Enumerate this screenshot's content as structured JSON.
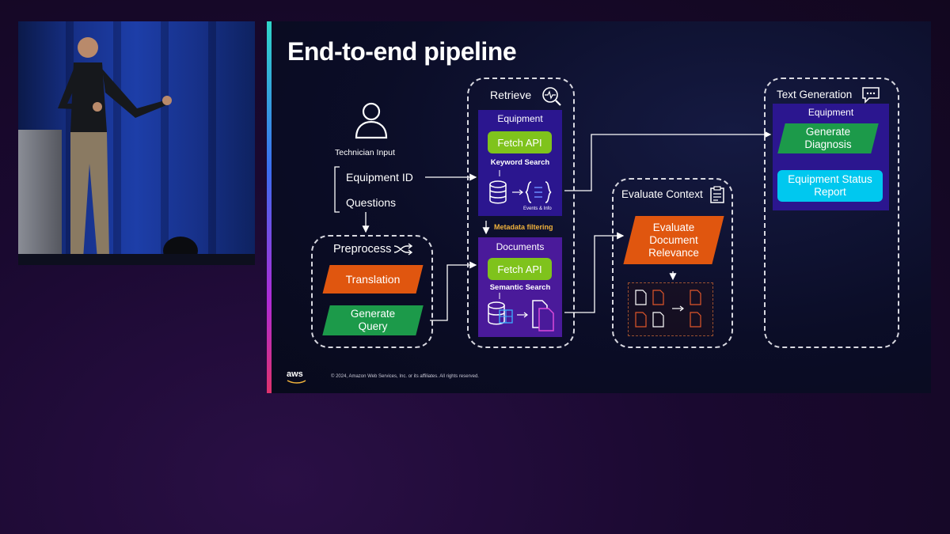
{
  "slide": {
    "title": "End-to-end pipeline",
    "footer": "© 2024, Amazon Web Services, Inc. or its affiliates. All rights reserved.",
    "logo": "aws"
  },
  "input": {
    "label": "Technician Input",
    "items": [
      "Equipment ID",
      "Questions"
    ],
    "icon": "user-icon"
  },
  "preprocess": {
    "title": "Preprocess",
    "steps": [
      "Translation",
      "Generate\nQuery"
    ],
    "icon": "shuffle-icon"
  },
  "retrieve": {
    "title": "Retrieve",
    "icon": "search-pulse-icon",
    "equipment": {
      "title": "Equipment",
      "api": "Fetch API",
      "search": "Keyword Search",
      "output": "Events & Info"
    },
    "metadata": "Metadata filtering",
    "documents": {
      "title": "Documents",
      "api": "Fetch API",
      "search": "Semantic Search"
    }
  },
  "evaluate": {
    "title": "Evaluate Context",
    "icon": "clipboard-icon",
    "step": "Evaluate\nDocument\nRelevance"
  },
  "generation": {
    "title": "Text Generation",
    "icon": "chat-icon",
    "panel_title": "Equipment",
    "step": "Generate\nDiagnosis",
    "report": "Equipment Status\nReport"
  },
  "colors": {
    "panel_blue": "#2b168f",
    "panel_purple": "#4a1a9a",
    "lime": "#7fc31c",
    "orange": "#e0560f",
    "green": "#1c9a4a",
    "cyan": "#00c8ef",
    "accent_gold": "#f0b23c"
  }
}
